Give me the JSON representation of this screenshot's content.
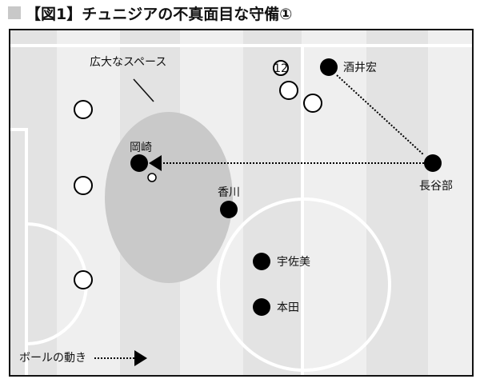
{
  "title": "【図1】チュニジアの不真面目な守備①",
  "space_label": "広大なスペース",
  "legend_label": "ボールの動き",
  "colors": {
    "space": "#c9c9c9",
    "stripe_dark": "#e3e3e3",
    "stripe_light": "#efefef"
  },
  "players_japan": [
    {
      "name": "酒井宏"
    },
    {
      "name": "岡崎"
    },
    {
      "name": "長谷部"
    },
    {
      "name": "香川"
    },
    {
      "name": "宇佐美"
    },
    {
      "name": "本田"
    }
  ],
  "opponent_number": "12"
}
